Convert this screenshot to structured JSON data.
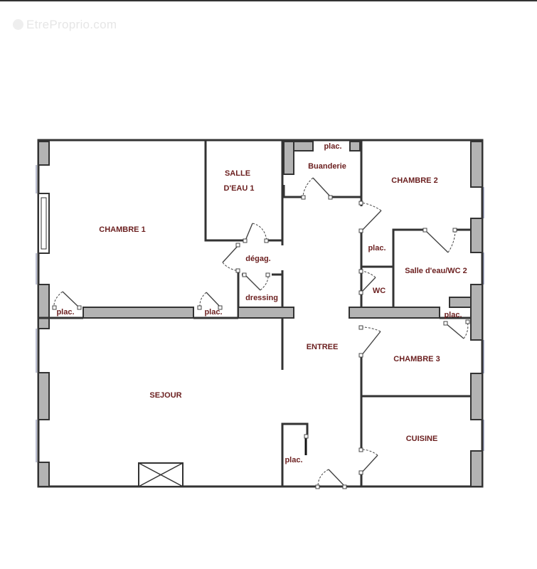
{
  "watermark": "EtreProprio.com",
  "rooms": {
    "chambre1": "CHAMBRE 1",
    "salle_eau1_line1": "SALLE",
    "salle_eau1_line2": "D'EAU 1",
    "buanderie": "Buanderie",
    "plac_top": "plac.",
    "chambre2": "CHAMBRE 2",
    "degag": "dégag.",
    "dressing": "dressing",
    "plac_right_upper": "plac.",
    "salle_eau2": "Salle d'eau/WC 2",
    "wc": "WC",
    "plac_left1": "plac.",
    "plac_left2": "plac.",
    "plac_right": "plac.",
    "entree": "ENTREE",
    "chambre3": "CHAMBRE 3",
    "sejour": "SEJOUR",
    "cuisine": "CUISINE",
    "plac_bottom": "plac."
  }
}
